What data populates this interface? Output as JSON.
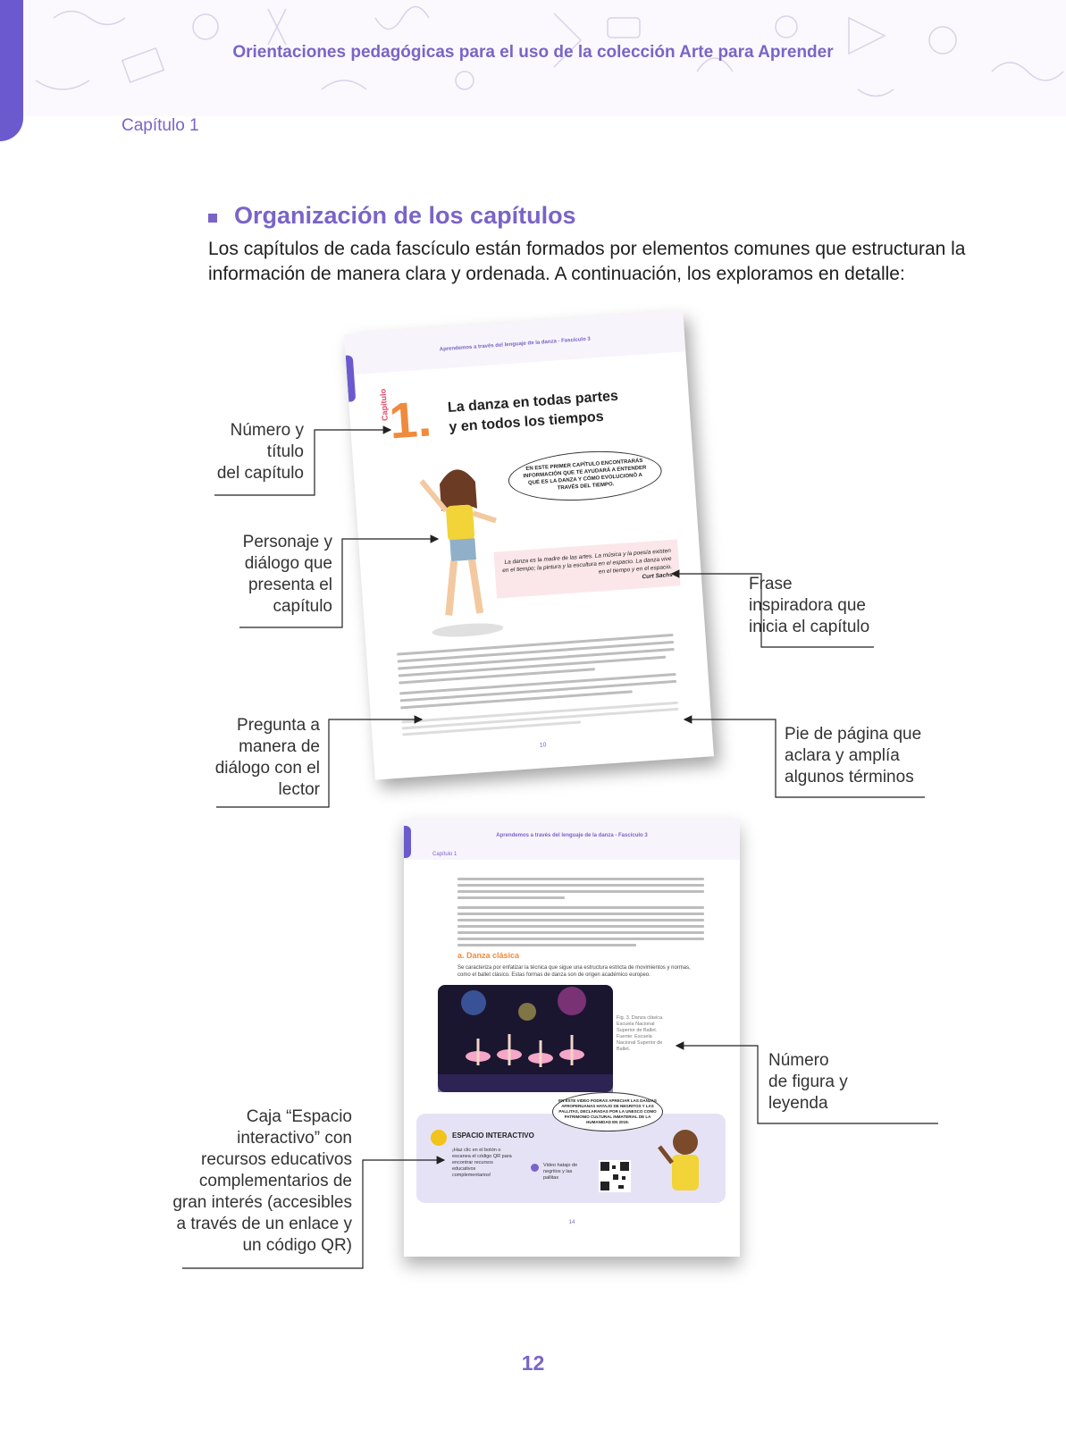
{
  "header": {
    "title": "Orientaciones pedagógicas para el uso de la colección Arte para Aprender",
    "chapter": "Capítulo 1"
  },
  "section": {
    "title": "Organización de los capítulos",
    "intro": "Los capítulos de cada fascículo están formados por elementos comunes que estructuran la información de manera clara y ordenada. A continuación, los exploramos en detalle:"
  },
  "labels": {
    "numero_titulo": [
      "Número y",
      "título",
      "del capítulo"
    ],
    "personaje": [
      "Personaje y",
      "diálogo que",
      "presenta el",
      "capítulo"
    ],
    "frase": [
      "Frase",
      "inspiradora que",
      "inicia el capítulo"
    ],
    "pregunta": [
      "Pregunta a",
      "manera de",
      "diálogo con el",
      "lector"
    ],
    "pie": [
      "Pie de página que",
      "aclara y amplía",
      "algunos términos"
    ],
    "figura": [
      "Número",
      "de figura y",
      "leyenda"
    ],
    "caja": [
      "Caja “Espacio",
      "interactivo” con",
      "recursos educativos",
      "complementarios de",
      "gran interés (accesibles",
      "a través de un enlace y",
      "un código QR)"
    ]
  },
  "page1": {
    "header": "Aprendemos a través del lenguaje de la danza - Fascículo 3",
    "chapter_word": "Capítulo",
    "chapter_number": "1.",
    "chapter_title_1": "La danza en todas partes",
    "chapter_title_2": "y en todos los tiempos",
    "bubble": "EN ESTE PRIMER CAPÍTULO ENCONTRARÁS INFORMACIÓN QUE TE AYUDARÁ A ENTENDER QUÉ ES LA DANZA Y CÓMO EVOLUCIONÓ A TRAVÉS DEL TIEMPO.",
    "quote": "La danza es la madre de las artes. La música y la poesía existen en el tiempo; la pintura y la escultura en el espacio. La danza vive en el tiempo y en el espacio.",
    "quote_author": "Curt Sachs",
    "page_number": "10"
  },
  "page2": {
    "header": "Aprendemos a través del lenguaje de la danza - Fascículo 3",
    "chapter": "Capítulo 1",
    "subheading": "a. Danza clásica",
    "paragraph": "Se caracteriza por enfatizar la técnica que sigue una estructura estricta de movimientos y normas, como el ballet clásico. Estas formas de danza son de origen académico europeo.",
    "caption": "Fig. 3. Danza clásica. Escuela Nacional Superior de Ballet. Fuente: Escuela Nacional Superior de Ballet.",
    "box_title": "ESPACIO INTERACTIVO",
    "box_text": "¡Haz clic en el botón o escanea el código QR para encontrar recursos educativos complementarios!",
    "video_label": "Video hatajo de negritos y las pallitas",
    "bubble": "EN ESTE VIDEO PODRÁS APRECIAR LAS DANZAS AFROPERUANAS HATAJO DE NEGRITOS Y LAS PALLITAS, DECLARADAS POR LA UNESCO COMO PATRIMONIO CULTURAL INMATERIAL DE LA HUMANIDAD EN 2019.",
    "page_number": "14"
  },
  "footer": {
    "page_number": "12"
  },
  "colors": {
    "accent": "#7a64c8",
    "tab": "#6a5acd",
    "orange": "#f08a3c"
  }
}
